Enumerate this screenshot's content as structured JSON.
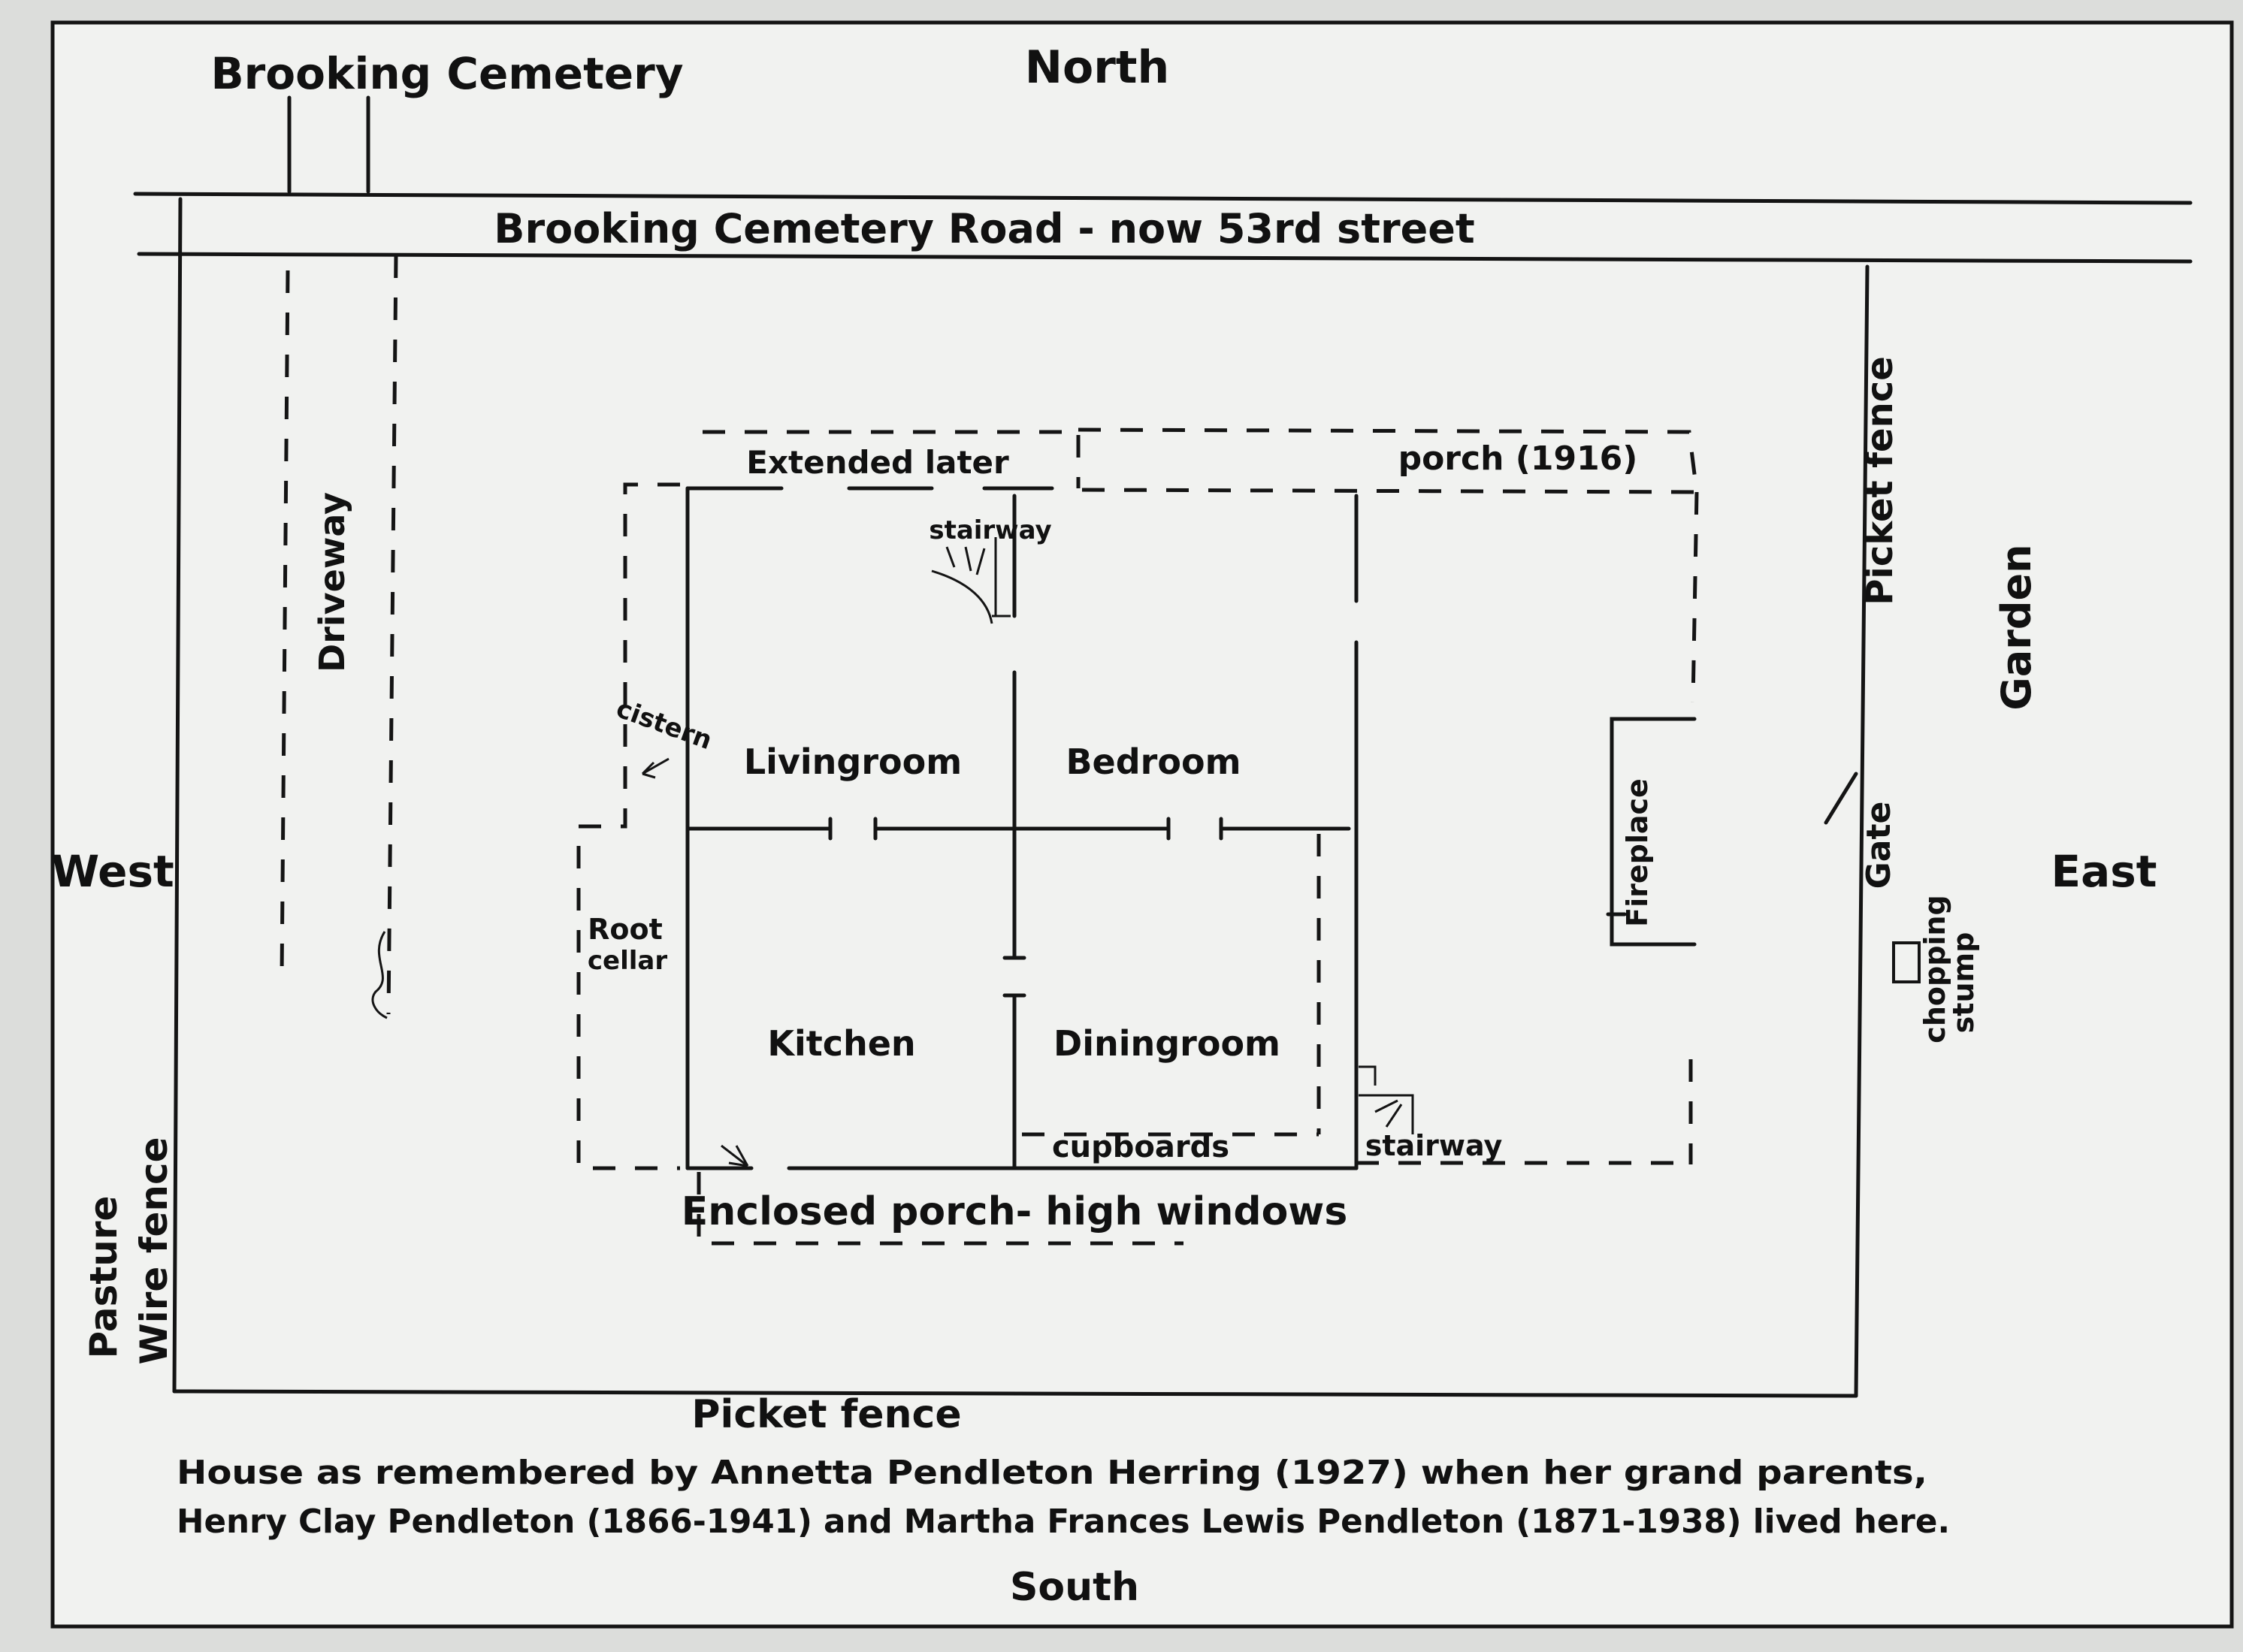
{
  "compass": {
    "north": "North",
    "south": "South",
    "east": "East",
    "west": "West"
  },
  "labels": {
    "cemetery": "Brooking Cemetery",
    "road": "Brooking Cemetery Road - now 53rd street",
    "driveway": "Driveway",
    "extended_later": "Extended later",
    "porch_1916": "porch (1916)",
    "stairway_top": "stairway",
    "stairway_bottom": "stairway",
    "cistern": "cistern",
    "livingroom": "Livingroom",
    "bedroom": "Bedroom",
    "root_cellar_1": "Root",
    "root_cellar_2": "cellar",
    "kitchen": "Kitchen",
    "diningroom": "Diningroom",
    "cupboards": "cupboards",
    "fireplace": "Fireplace",
    "enclosed_porch": "Enclosed porch- high windows",
    "picket_fence_east": "Picket fence",
    "picket_fence_south": "Picket fence",
    "garden": "Garden",
    "gate": "Gate",
    "chopping": "chopping",
    "stump": "stump",
    "pasture": "Pasture",
    "wire_fence": "Wire fence"
  },
  "caption": {
    "line1": "House as remembered by Annetta Pendleton Herring (1927) when her grand parents,",
    "line2": "Henry Clay Pendleton (1866-1941) and Martha Frances Lewis Pendleton (1871-1938) lived here."
  },
  "colors": {
    "paper": "#f1f2f0",
    "ink": "#141414",
    "background": "#dcdddb"
  }
}
